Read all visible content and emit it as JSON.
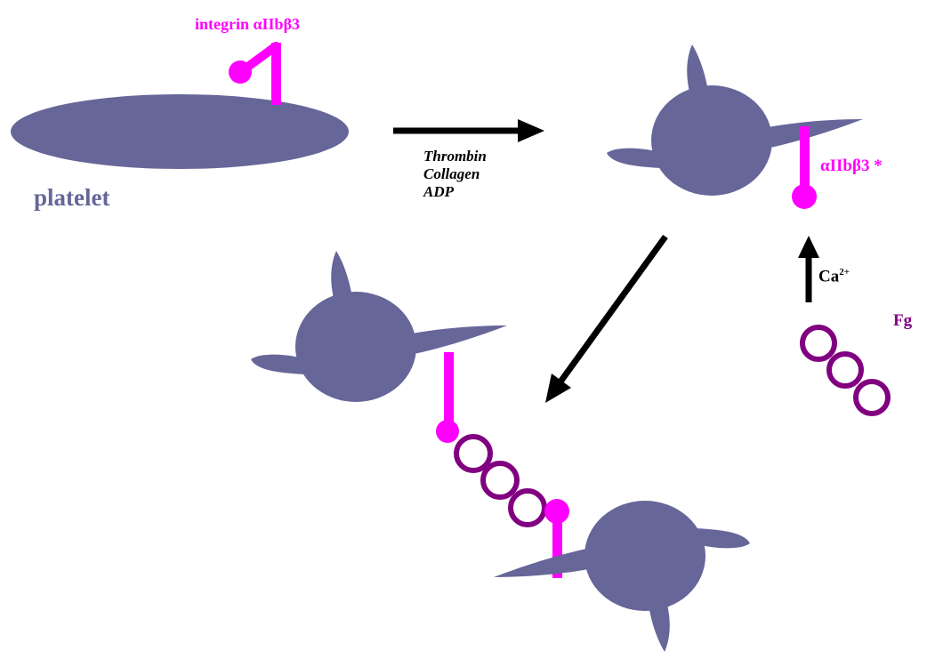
{
  "labels": {
    "integrin": "integrin αIIbβ3",
    "platelet": "platelet",
    "agonists": [
      "Thrombin",
      "Collagen",
      "ADP"
    ],
    "activated_integrin": "αIIbβ3 *",
    "calcium": "Ca",
    "calcium_charge": "2+",
    "fibrinogen": "Fg"
  },
  "colors": {
    "platelet": "#666699",
    "integrin": "#ff00ff",
    "fibrinogen": "#800080",
    "arrow": "#000000"
  }
}
